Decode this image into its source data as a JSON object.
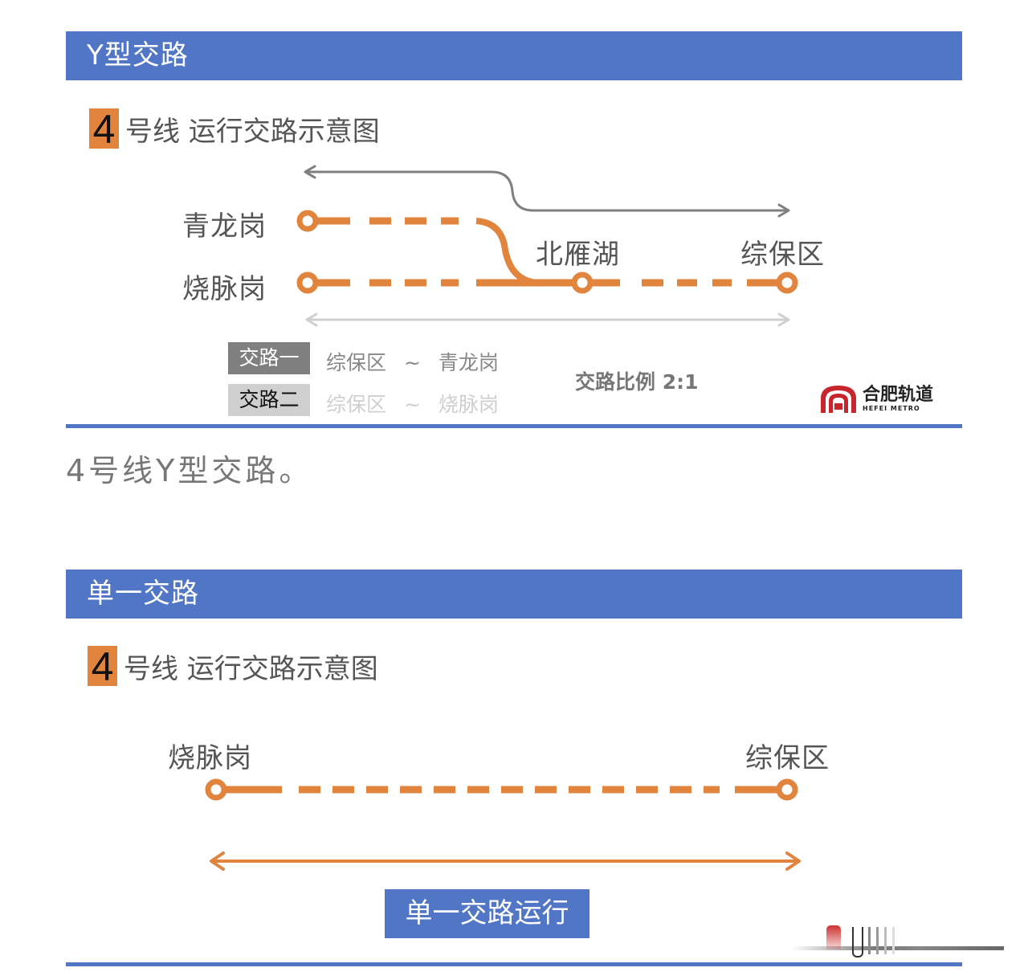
{
  "sections": [
    {
      "banner": "Y型交路",
      "heading": {
        "line_number": "4",
        "title": "号线 运行交路示意图"
      },
      "stations": {
        "qinglonggang": "青龙岗",
        "raomaigang": "烧脉岗",
        "beiyanhu": "北雁湖",
        "zongbaoqu": "综保区"
      },
      "legend": [
        {
          "tag": "交路一",
          "from": "综保区",
          "sep": "~",
          "to": "青龙岗"
        },
        {
          "tag": "交路二",
          "from": "综保区",
          "sep": "~",
          "to": "烧脉岗"
        }
      ],
      "ratio": "交路比例 2:1",
      "logo": {
        "cn": "合肥轨道",
        "en": "HEFEI METRO"
      }
    },
    {
      "banner": "单一交路",
      "heading": {
        "line_number": "4",
        "title": "号线 运行交路示意图"
      },
      "stations": {
        "raomaigang": "烧脉岗",
        "zongbaoqu": "综保区"
      },
      "label": "单一交路运行"
    }
  ],
  "caption": "4号线Y型交路。",
  "colors": {
    "banner_blue": "#5176c5",
    "line_orange": "#e0843e",
    "route_one_gray": "#7f7f7f",
    "route_two_gray": "#cfcfcf"
  }
}
